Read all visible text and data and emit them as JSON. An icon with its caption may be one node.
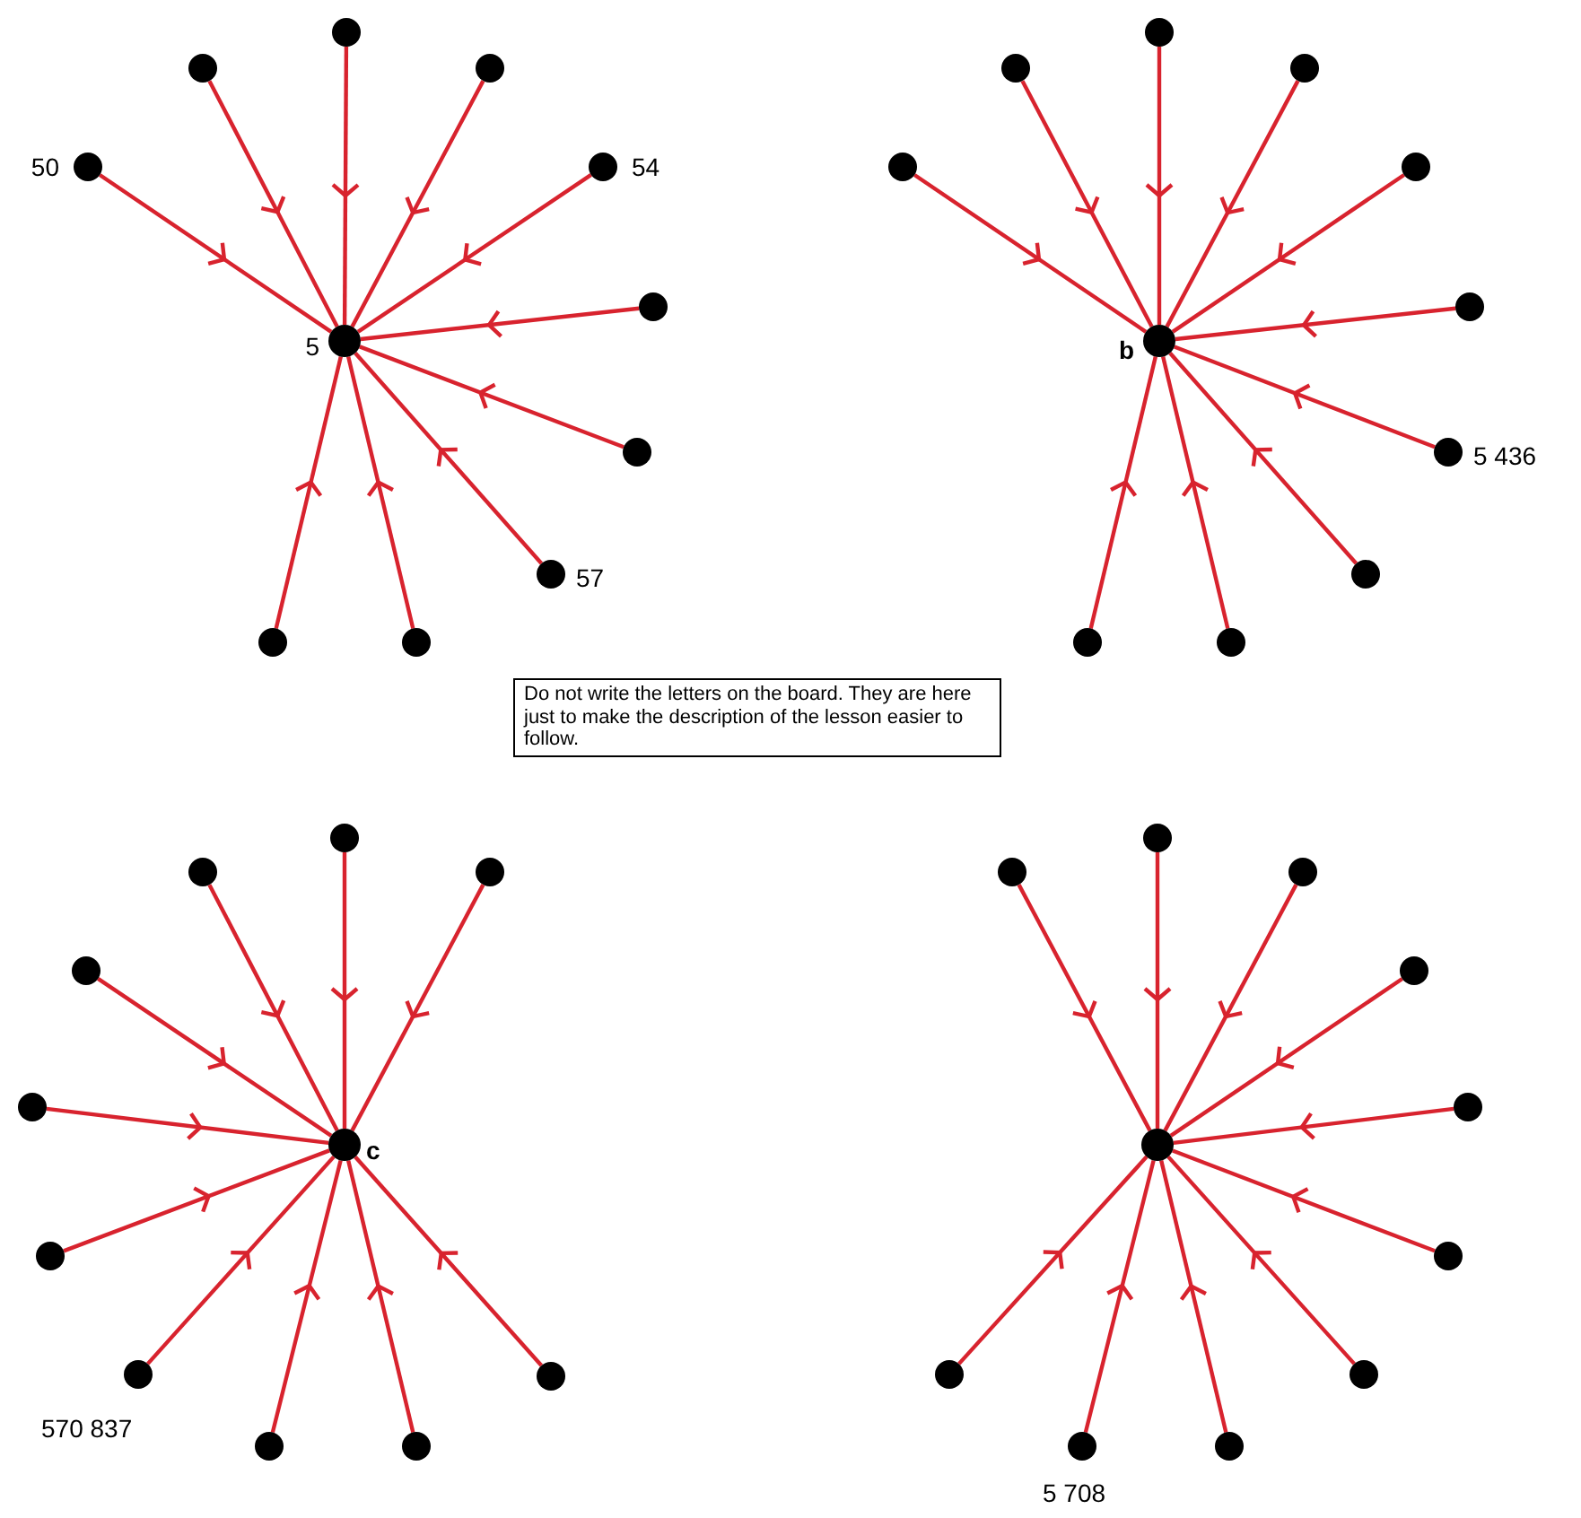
{
  "diagram": {
    "nodes": [
      {
        "text": [],
        "shape": "circle",
        "beside": [
          "5"
        ]
      },
      {
        "text": [],
        "shape": "circle"
      },
      {
        "text": [],
        "shape": "circle"
      },
      {
        "text": [],
        "shape": "circle"
      },
      {
        "text": [],
        "shape": "circle",
        "beside": [
          "50"
        ]
      },
      {
        "text": [],
        "shape": "circle",
        "beside": [
          "54"
        ]
      },
      {
        "text": [],
        "shape": "circle"
      },
      {
        "text": [],
        "shape": "circle"
      },
      {
        "text": [],
        "shape": "circle",
        "beside": [
          "57"
        ]
      },
      {
        "text": [],
        "shape": "circle"
      },
      {
        "text": [],
        "shape": "circle"
      },
      {
        "text": [],
        "shape": "circle",
        "beside": [
          "b"
        ]
      },
      {
        "text": [],
        "shape": "circle"
      },
      {
        "text": [],
        "shape": "circle"
      },
      {
        "text": [],
        "shape": "circle"
      },
      {
        "text": [],
        "shape": "circle"
      },
      {
        "text": [],
        "shape": "circle"
      },
      {
        "text": [],
        "shape": "circle"
      },
      {
        "text": [],
        "shape": "circle",
        "beside": [
          "5 436"
        ]
      },
      {
        "text": [],
        "shape": "circle"
      },
      {
        "text": [],
        "shape": "circle"
      },
      {
        "text": [],
        "shape": "circle"
      },
      {
        "text": [],
        "shape": "circle",
        "beside": [
          "c"
        ]
      },
      {
        "text": [],
        "shape": "circle"
      },
      {
        "text": [],
        "shape": "circle"
      },
      {
        "text": [],
        "shape": "circle"
      },
      {
        "text": [],
        "shape": "circle"
      },
      {
        "text": [],
        "shape": "circle"
      },
      {
        "text": [],
        "shape": "circle"
      },
      {
        "text": [],
        "shape": "circle",
        "beside": [
          "570 837"
        ]
      },
      {
        "text": [],
        "shape": "circle"
      },
      {
        "text": [],
        "shape": "circle"
      },
      {
        "text": [],
        "shape": "circle"
      },
      {
        "text": [],
        "shape": "circle"
      },
      {
        "text": [],
        "shape": "circle"
      },
      {
        "text": [],
        "shape": "circle"
      },
      {
        "text": [],
        "shape": "circle"
      },
      {
        "text": [],
        "shape": "circle"
      },
      {
        "text": [],
        "shape": "circle"
      },
      {
        "text": [],
        "shape": "circle"
      },
      {
        "text": [],
        "shape": "circle"
      },
      {
        "text": [],
        "shape": "circle",
        "beside": [
          "5 708"
        ]
      },
      {
        "text": [],
        "shape": "circle"
      },
      {
        "text": [],
        "shape": "circle"
      },
      {
        "text": [
          "Do not write the letters on the board. They are here just to make the description of the lesson easier to follow."
        ]
      }
    ],
    "edges": [
      {
        "from": 1,
        "to": 0,
        "arrow": "to"
      },
      {
        "from": 2,
        "to": 0,
        "arrow": "to"
      },
      {
        "from": 3,
        "to": 0,
        "arrow": "to"
      },
      {
        "from": 4,
        "to": 0,
        "arrow": "to"
      },
      {
        "from": 5,
        "to": 0,
        "arrow": "to"
      },
      {
        "from": 6,
        "to": 0,
        "arrow": "to"
      },
      {
        "from": 7,
        "to": 0,
        "arrow": "to"
      },
      {
        "from": 8,
        "to": 0,
        "arrow": "to"
      },
      {
        "from": 9,
        "to": 0,
        "arrow": "to"
      },
      {
        "from": 10,
        "to": 0,
        "arrow": "to"
      },
      {
        "from": 12,
        "to": 11,
        "arrow": "to"
      },
      {
        "from": 13,
        "to": 11,
        "arrow": "to"
      },
      {
        "from": 14,
        "to": 11,
        "arrow": "to"
      },
      {
        "from": 15,
        "to": 11,
        "arrow": "to"
      },
      {
        "from": 16,
        "to": 11,
        "arrow": "to"
      },
      {
        "from": 17,
        "to": 11,
        "arrow": "to"
      },
      {
        "from": 18,
        "to": 11,
        "arrow": "to"
      },
      {
        "from": 19,
        "to": 11,
        "arrow": "to"
      },
      {
        "from": 20,
        "to": 11,
        "arrow": "to"
      },
      {
        "from": 21,
        "to": 11,
        "arrow": "to"
      },
      {
        "from": 23,
        "to": 22,
        "arrow": "to"
      },
      {
        "from": 24,
        "to": 22,
        "arrow": "to"
      },
      {
        "from": 25,
        "to": 22,
        "arrow": "to"
      },
      {
        "from": 26,
        "to": 22,
        "arrow": "to"
      },
      {
        "from": 27,
        "to": 22,
        "arrow": "to"
      },
      {
        "from": 28,
        "to": 22,
        "arrow": "to"
      },
      {
        "from": 29,
        "to": 22,
        "arrow": "to"
      },
      {
        "from": 30,
        "to": 22,
        "arrow": "to"
      },
      {
        "from": 31,
        "to": 22,
        "arrow": "to"
      },
      {
        "from": 32,
        "to": 22,
        "arrow": "to"
      },
      {
        "from": 34,
        "to": 33,
        "arrow": "to"
      },
      {
        "from": 35,
        "to": 33,
        "arrow": "to"
      },
      {
        "from": 36,
        "to": 33,
        "arrow": "to"
      },
      {
        "from": 37,
        "to": 33,
        "arrow": "to"
      },
      {
        "from": 38,
        "to": 33,
        "arrow": "to"
      },
      {
        "from": 39,
        "to": 33,
        "arrow": "to"
      },
      {
        "from": 40,
        "to": 33,
        "arrow": "to"
      },
      {
        "from": 41,
        "to": 33,
        "arrow": "to"
      },
      {
        "from": 42,
        "to": 33,
        "arrow": "to"
      },
      {
        "from": 43,
        "to": 33,
        "arrow": "to"
      }
    ]
  }
}
